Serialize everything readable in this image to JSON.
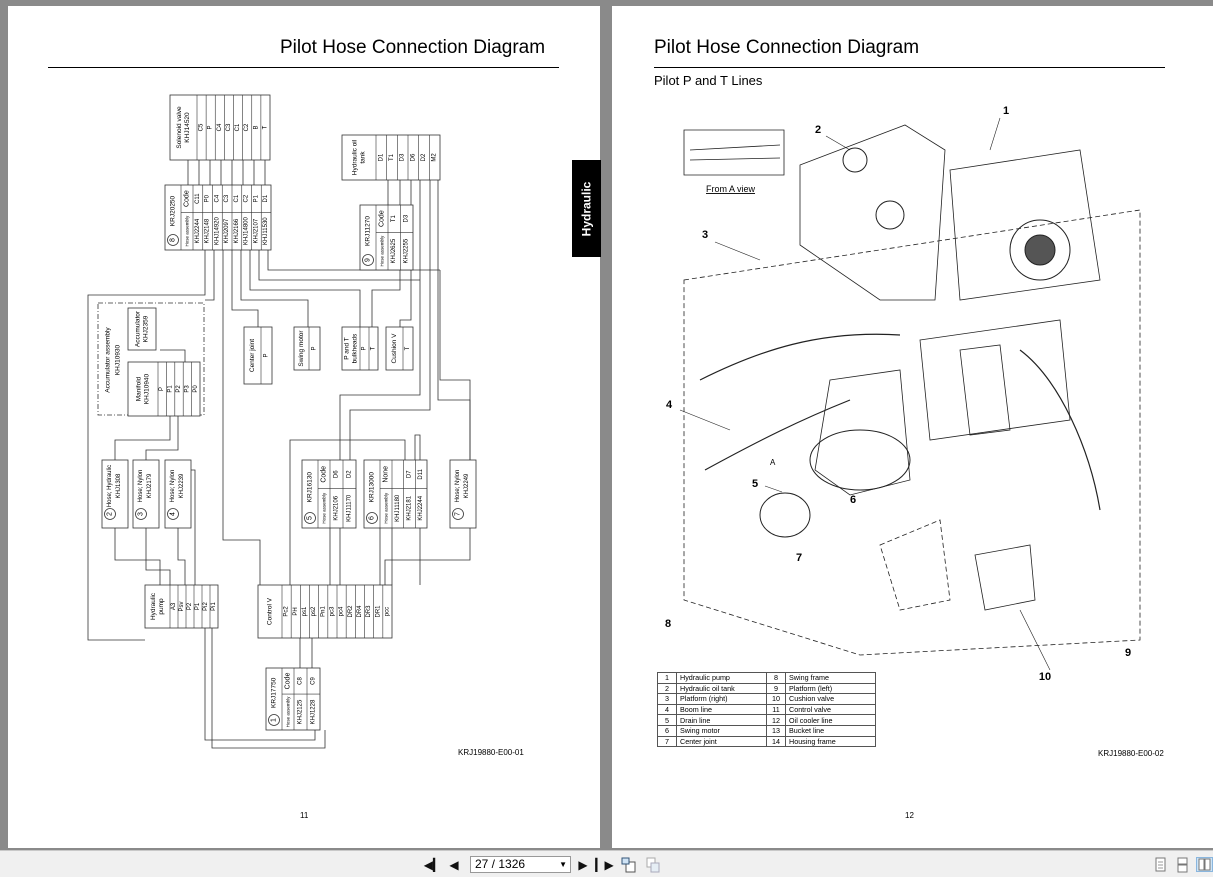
{
  "left_page": {
    "title": "Pilot Hose Connection Diagram",
    "figure_id": "KRJ19880-E00-01",
    "page_number": "11",
    "diagram": {
      "solenoid_valve": {
        "label": [
          "Solenoid valve",
          "KHJ14520"
        ],
        "pins": [
          "C5",
          "P",
          "C4",
          "C3",
          "C1",
          "C2",
          "B",
          "T"
        ]
      },
      "hydraulic_oil_tank": {
        "label": [
          "Hydraulic oil",
          "tank"
        ],
        "pins": [
          "D1",
          "T1",
          "D3",
          "D6",
          "D2",
          "M2"
        ]
      },
      "accumulator_assembly": {
        "label": [
          "Accumulator assembly",
          "KHJ10930"
        ]
      },
      "accumulator": {
        "label": [
          "Accumulator",
          "KHJ2359"
        ]
      },
      "manifold": {
        "label": [
          "Manifold",
          "KHJ10940"
        ],
        "pins": [
          "P",
          "P1",
          "P2",
          "P3",
          "P0"
        ]
      },
      "center_joint": {
        "label": [
          "Center joint"
        ],
        "pins": [
          "P"
        ]
      },
      "swing_motor": {
        "label": [
          "Swing motor"
        ],
        "pins": [
          "P"
        ]
      },
      "pt_bulkheads": {
        "label": [
          "P and T",
          "bulkheads"
        ],
        "pins": [
          "P",
          "T"
        ]
      },
      "cushion_v": {
        "label": [
          "Cushion V"
        ],
        "pins": [
          "T"
        ]
      },
      "hydraulic_pump": {
        "label": [
          "Hydraulic",
          "pump"
        ],
        "pins": [
          "A3",
          "Psv",
          "P2",
          "P1",
          "Pi2",
          "Pi1"
        ]
      },
      "control_v": {
        "label": [
          "Control V"
        ],
        "pins": [
          "Pc2",
          "PH",
          "ps1",
          "ps2",
          "Pn1",
          "pc3",
          "pc4",
          "DR2",
          "DR4",
          "DR3",
          "DR1",
          "pcc"
        ]
      },
      "hose_header": {
        "assembly": "Hose assembly",
        "code": "Code"
      },
      "hose_sets": [
        {
          "num": "8",
          "id": "KRJ20250",
          "rows": [
            [
              "KHJ2244",
              "C11"
            ],
            [
              "KHJ2148",
              "P0"
            ],
            [
              "KHJ14920",
              "C4"
            ],
            [
              "KHJ2097",
              "C3"
            ],
            [
              "KHJ2166",
              "C1"
            ],
            [
              "KHJ14800",
              "C2"
            ],
            [
              "KHJ2107",
              "P1"
            ],
            [
              "KHJ11530",
              "D1"
            ]
          ]
        },
        {
          "num": "9",
          "id": "KRJ11270",
          "rows": [
            [
              "KHJ2625",
              "T1"
            ],
            [
              "KHJ2255",
              "D3"
            ]
          ]
        },
        {
          "num": "5",
          "id": "KRJ16130",
          "rows": [
            [
              "KHJ2106",
              "D6"
            ],
            [
              "KHJ11170",
              "D2"
            ]
          ]
        },
        {
          "num": "6",
          "id": "KRJ13000",
          "code_header": "None",
          "rows": [
            [
              "KHJ11180",
              ""
            ],
            [
              "KHJ2181",
              "D7"
            ],
            [
              "KHJ2244",
              "D11"
            ]
          ]
        },
        {
          "num": "1",
          "id": "KRJ17750",
          "rows": [
            [
              "KHJ2125",
              "C8"
            ],
            [
              "KHJ1228",
              "C9"
            ]
          ]
        }
      ],
      "single_hoses": [
        {
          "num": "2",
          "label": [
            "Hose; Hydraulic",
            "KHJ1308"
          ]
        },
        {
          "num": "3",
          "label": [
            "Hose; Nylon",
            "KHJ2179"
          ]
        },
        {
          "num": "4",
          "label": [
            "Hose; Nylon",
            "KHJ2239"
          ]
        },
        {
          "num": "7",
          "label": [
            "Hose; Nylon",
            "KHJ2249"
          ]
        }
      ]
    }
  },
  "right_page": {
    "title": "Pilot Hose Connection Diagram",
    "subtitle": "Pilot P and T Lines",
    "figure_id": "KRJ19880-E00-02",
    "page_number": "12",
    "from_a_view": "From A view",
    "a_label": "A",
    "callouts": [
      "1",
      "2",
      "3",
      "4",
      "5",
      "6",
      "7",
      "8",
      "9",
      "10"
    ],
    "legend": [
      [
        "1",
        "Hydraulic pump",
        "8",
        "Swing frame"
      ],
      [
        "2",
        "Hydraulic oil tank",
        "9",
        "Platform (left)"
      ],
      [
        "3",
        "Platform (right)",
        "10",
        "Cushion valve"
      ],
      [
        "4",
        "Boom line",
        "11",
        "Control valve"
      ],
      [
        "5",
        "Drain line",
        "12",
        "Oil cooler line"
      ],
      [
        "6",
        "Swing motor",
        "13",
        "Bucket line"
      ],
      [
        "7",
        "Center joint",
        "14",
        "Housing frame"
      ]
    ]
  },
  "side_tab": {
    "label": "Hydraulic",
    "color": "#000000"
  },
  "toolbar": {
    "page_indicator": "27 / 1326",
    "buttons": [
      "first-page",
      "previous-page",
      "next-page",
      "last-page",
      "extract-page",
      "insert-page",
      "single-page-view",
      "continuous-view",
      "two-page-view"
    ]
  }
}
